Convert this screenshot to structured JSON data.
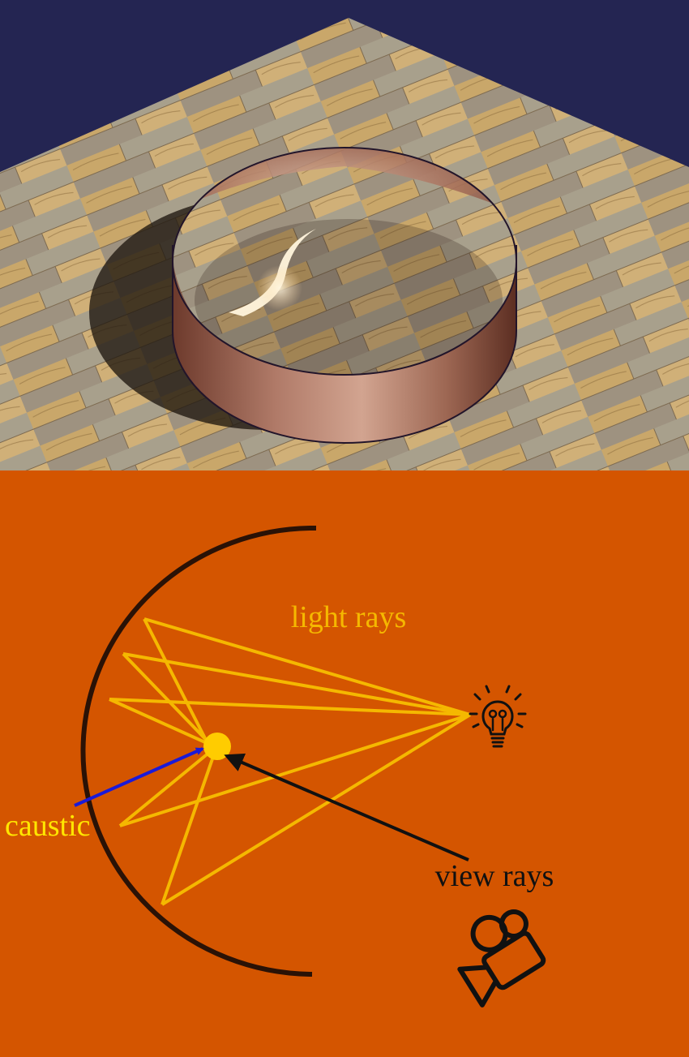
{
  "colors": {
    "sky": "#242552",
    "diagram_background": "#d45500",
    "mirror": "#2a1206",
    "light_ray": "#f5b800",
    "caustic_point": "#ffcc00",
    "caustic_arrow": "#1a1ad8",
    "view_ray": "#111111",
    "light_rays_label": "#f5b800",
    "caustic_label": "#ffe600",
    "view_rays_label": "#111111"
  },
  "diagram": {
    "light_rays_label": "light rays",
    "caustic_label": "caustic",
    "view_rays_label": "view rays",
    "icons": [
      "light-bulb-icon",
      "video-camera-icon"
    ]
  }
}
